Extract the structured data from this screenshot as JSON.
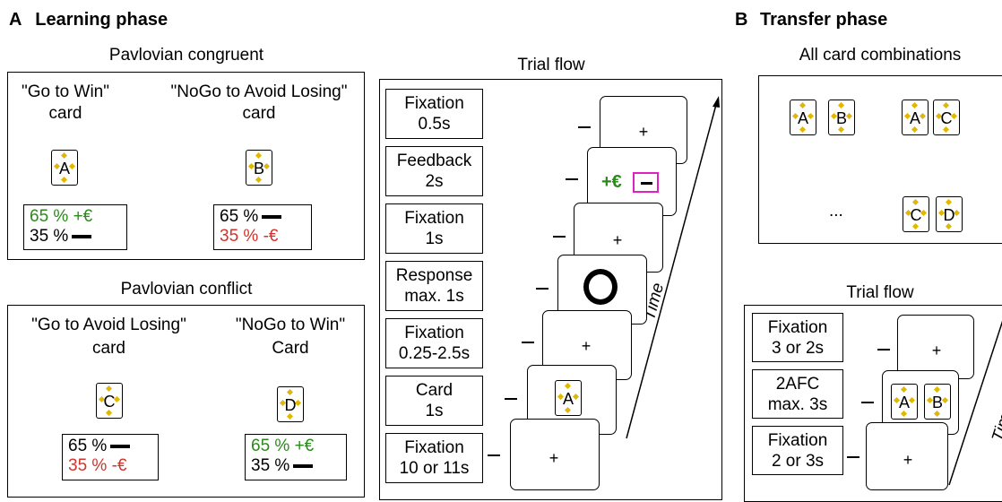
{
  "panelA": {
    "letter": "A",
    "title": "Learning phase",
    "congruent": {
      "title": "Pavlovian congruent",
      "left_label_1": "\"Go to Win\"",
      "left_label_2": "card",
      "right_label_1": "\"NoGo to Avoid Losing\"",
      "right_label_2": "card",
      "card_left": "A",
      "card_right": "B",
      "left_prob_1": "65 % +€",
      "left_prob_2": "35 %",
      "right_prob_1": "65 %",
      "right_prob_2": "35 % -€"
    },
    "conflict": {
      "title": "Pavlovian conflict",
      "left_label_1": "\"Go to Avoid Losing\"",
      "left_label_2": "card",
      "right_label_1": "\"NoGo to Win\"",
      "right_label_2": "Card",
      "card_left": "C",
      "card_right": "D",
      "left_prob_1": "65 %",
      "left_prob_2": "35 % -€",
      "right_prob_1": "65 % +€",
      "right_prob_2": "35 %"
    },
    "trial_flow": {
      "title": "Trial flow",
      "time_label": "Time",
      "steps": [
        {
          "line1": "Fixation",
          "line2": "0.5s"
        },
        {
          "line1": "Feedback",
          "line2": "2s"
        },
        {
          "line1": "Fixation",
          "line2": "1s"
        },
        {
          "line1": "Response",
          "line2": "max. 1s"
        },
        {
          "line1": "Fixation",
          "line2": "0.25-2.5s"
        },
        {
          "line1": "Card",
          "line2": "1s"
        },
        {
          "line1": "Fixation",
          "line2": "10 or 11s"
        }
      ],
      "plus": "+",
      "feedback_text": "+€",
      "card": "A"
    }
  },
  "panelB": {
    "letter": "B",
    "title": "Transfer phase",
    "combos_title": "All card combinations",
    "pair1": [
      "A",
      "B"
    ],
    "pair2": [
      "A",
      "C"
    ],
    "pair3": [
      "C",
      "D"
    ],
    "ellipsis": "...",
    "trial_flow": {
      "title": "Trial flow",
      "time_label": "Time",
      "steps": [
        {
          "line1": "Fixation",
          "line2": "3 or 2s"
        },
        {
          "line1": "2AFC",
          "line2": "max. 3s"
        },
        {
          "line1": "Fixation",
          "line2": "2 or 3s"
        }
      ],
      "plus": "+",
      "cards": [
        "A",
        "B"
      ]
    }
  },
  "colors": {
    "positive": "#2a8a1a",
    "negative": "#d0342c",
    "highlight": "#e020c0",
    "card_diamond": "#e2b700"
  }
}
